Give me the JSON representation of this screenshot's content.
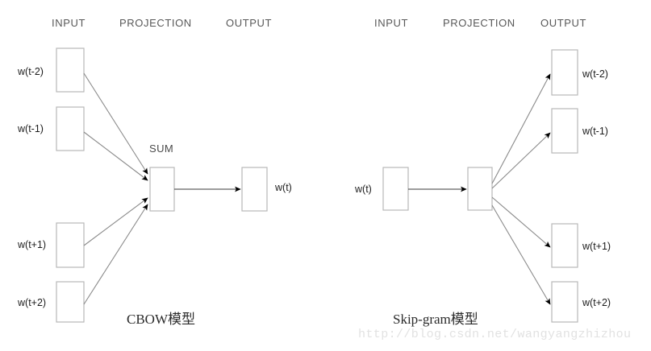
{
  "figure": {
    "background_color": "#ffffff",
    "box_border_color": "#b8b8b8",
    "edge_color": "#808080",
    "arrow_color": "#000000",
    "header_color": "#585858",
    "watermark_color": "#e2e2e2",
    "watermark": "http://blog.csdn.net/wangyangzhizhou"
  },
  "cbow": {
    "caption": "CBOW模型",
    "headers": {
      "input": "INPUT",
      "projection": "PROJECTION",
      "output": "OUTPUT"
    },
    "projection_label": "SUM",
    "input_nodes": [
      {
        "label": "w(t-2)"
      },
      {
        "label": "w(t-1)"
      },
      {
        "label": "w(t+1)"
      },
      {
        "label": "w(t+2)"
      }
    ],
    "output_nodes": [
      {
        "label": "w(t)"
      }
    ]
  },
  "skipgram": {
    "caption": "Skip-gram模型",
    "headers": {
      "input": "INPUT",
      "projection": "PROJECTION",
      "output": "OUTPUT"
    },
    "input_nodes": [
      {
        "label": "w(t)"
      }
    ],
    "output_nodes": [
      {
        "label": "w(t-2)"
      },
      {
        "label": "w(t-1)"
      },
      {
        "label": "w(t+1)"
      },
      {
        "label": "w(t+2)"
      }
    ]
  }
}
